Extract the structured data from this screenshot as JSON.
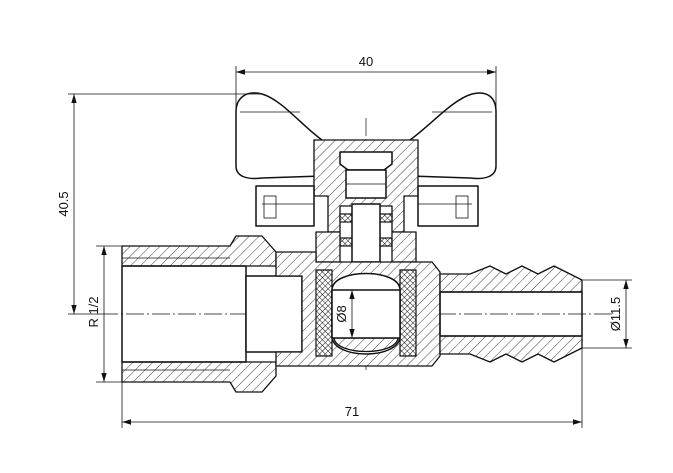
{
  "dimensions": {
    "overall_width": "40",
    "height": "40.5",
    "thread": "R 1/2",
    "ball_bore": "Ø8",
    "hose_diameter": "Ø11.5",
    "overall_length": "71"
  },
  "colors": {
    "line": "#111111",
    "background": "#ffffff"
  }
}
